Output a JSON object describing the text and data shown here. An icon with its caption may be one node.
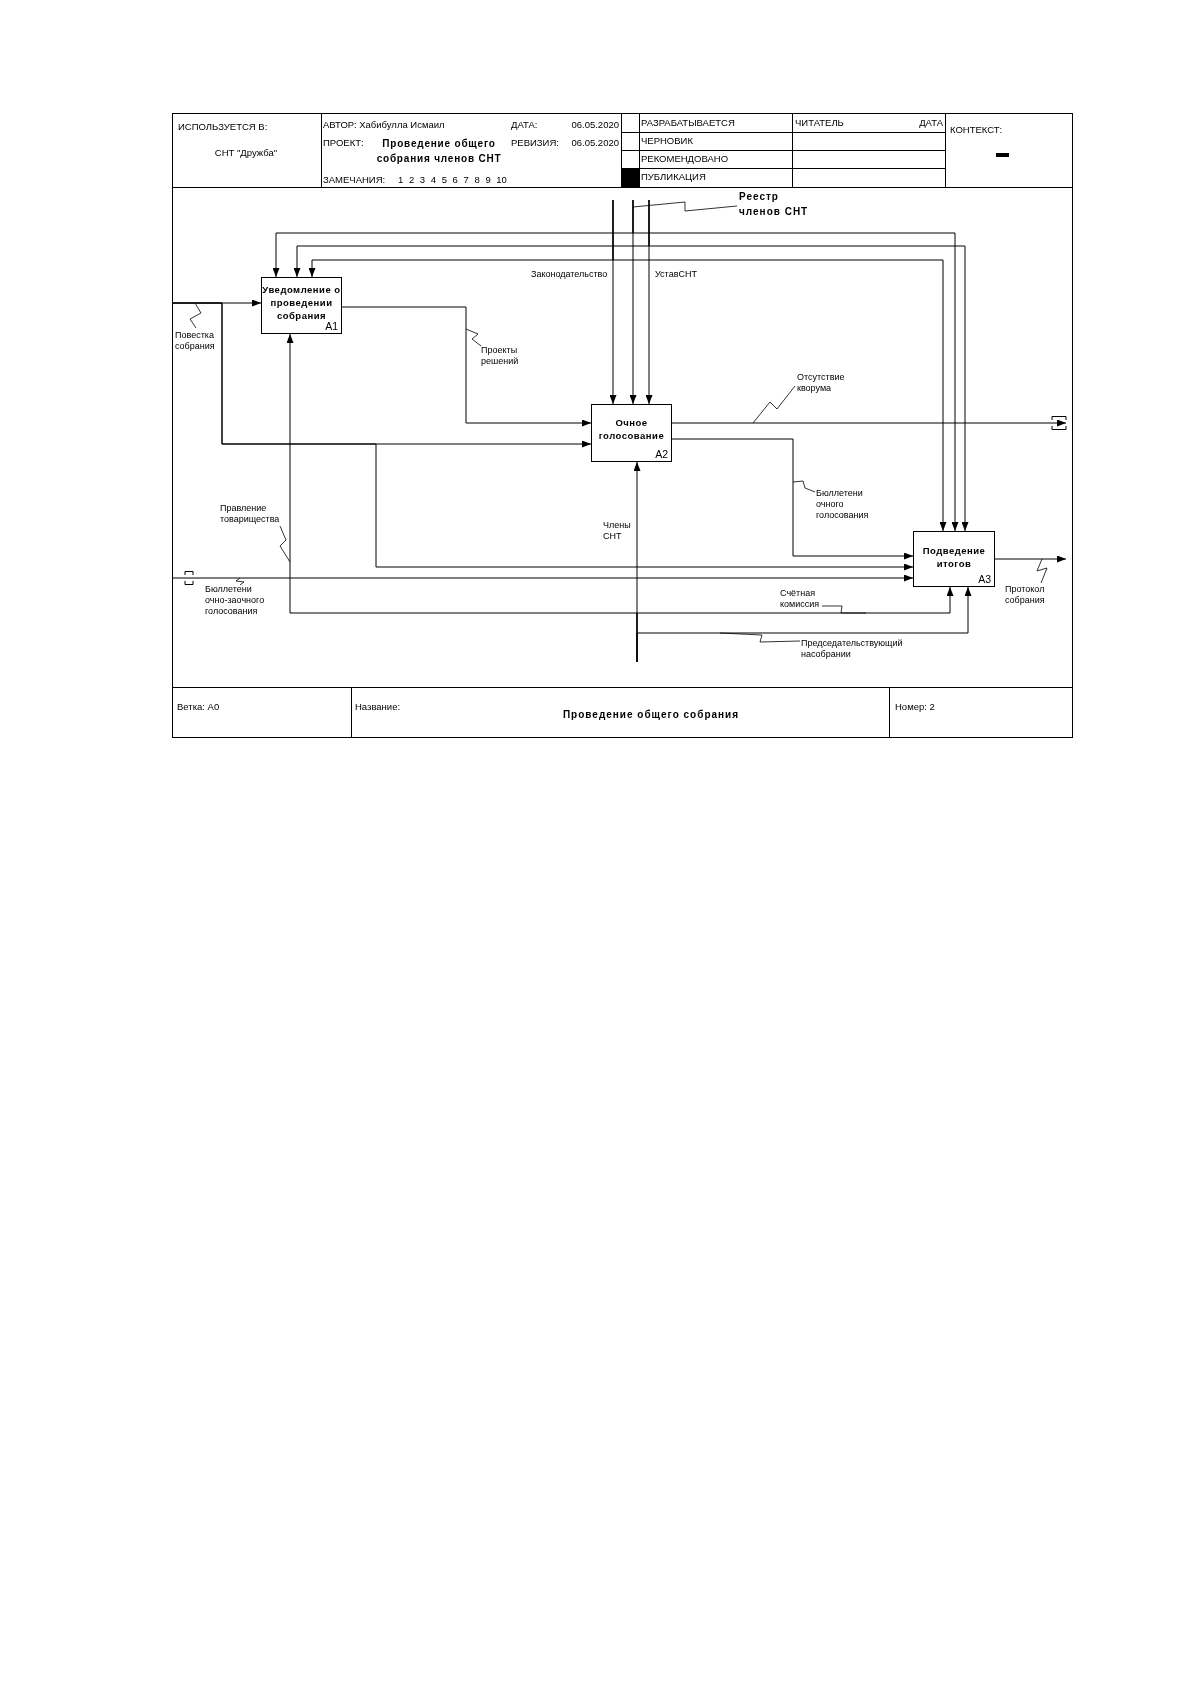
{
  "diagram": {
    "title": "Проведение общего собрания",
    "nodes": [
      {
        "text": [
          "Уведомление о проведении собрания",
          "A1"
        ]
      },
      {
        "text": [
          "Очное голосование",
          "A2"
        ]
      },
      {
        "text": [
          "Подведение итогов",
          "A3"
        ]
      }
    ],
    "edges": [
      {
        "from": null,
        "to": 0,
        "arrow": "to"
      },
      {
        "from": null,
        "to": 1,
        "arrow": "to",
        "label": "Повестка собрания"
      },
      {
        "from": null,
        "to": 2,
        "arrow": "to"
      },
      {
        "from": null,
        "to": 1,
        "arrow": "to",
        "label": "Законодательство"
      },
      {
        "from": null,
        "to": 0,
        "arrow": "to"
      },
      {
        "from": null,
        "to": 2,
        "arrow": "to"
      },
      {
        "from": null,
        "to": 1,
        "arrow": "to"
      },
      {
        "from": null,
        "to": 0,
        "arrow": "to"
      },
      {
        "from": null,
        "to": 2,
        "arrow": "to",
        "label": "Реестр членов СНТ"
      },
      {
        "from": null,
        "to": 1,
        "arrow": "to",
        "label": "УставСНТ"
      },
      {
        "from": null,
        "to": 0,
        "arrow": "to"
      },
      {
        "from": null,
        "to": 2,
        "arrow": "to"
      },
      {
        "from": 0,
        "to": 1,
        "arrow": "to",
        "label": "Проекты решений"
      },
      {
        "from": 1,
        "to": null,
        "arrow": "to",
        "label": "Отсутствие кворума"
      },
      {
        "from": 1,
        "to": 2,
        "arrow": "to",
        "label": "Бюллетени очного голосования"
      },
      {
        "from": null,
        "to": 2,
        "arrow": "to",
        "label": "Бюллетени очно-заочного голосования"
      },
      {
        "from": 2,
        "to": null,
        "arrow": "to",
        "label": "Протокол собрания"
      },
      {
        "from": null,
        "to": 1,
        "arrow": "to",
        "label": "Члены СНТ"
      },
      {
        "from": null,
        "to": 0,
        "arrow": "to",
        "label": "Правление товарищества"
      },
      {
        "from": null,
        "to": 2,
        "arrow": "to",
        "label": "Счётная комиссия"
      },
      {
        "from": null,
        "to": 2,
        "arrow": "to",
        "label": "Председательствующий насобрании"
      }
    ],
    "labels": [
      "ИСПОЛЬЗУЕТСЯ В:",
      "АВТОР: Хабибулла Исмаил",
      "ДАТА:",
      "06.05.2020",
      "РАЗРАБАТЫВАЕТСЯ",
      "ЧИТАТЕЛЬ",
      "ДАТА",
      "КОНТЕКСТ:",
      "ПРОЕКТ:",
      "Проведение общего собрания членов СНТ",
      "РЕВИЗИЯ:",
      "06.05.2020",
      "ЧЕРНОВИК",
      "СНТ \"Дружба\"",
      "РЕКОМЕНДОВАНО",
      "ЗАМЕЧАНИЯ:",
      "1 2 3 4 5 6 7 8 9 10",
      "ПУБЛИКАЦИЯ",
      "Ветка: A0",
      "Название:",
      "Номер: 2"
    ]
  }
}
